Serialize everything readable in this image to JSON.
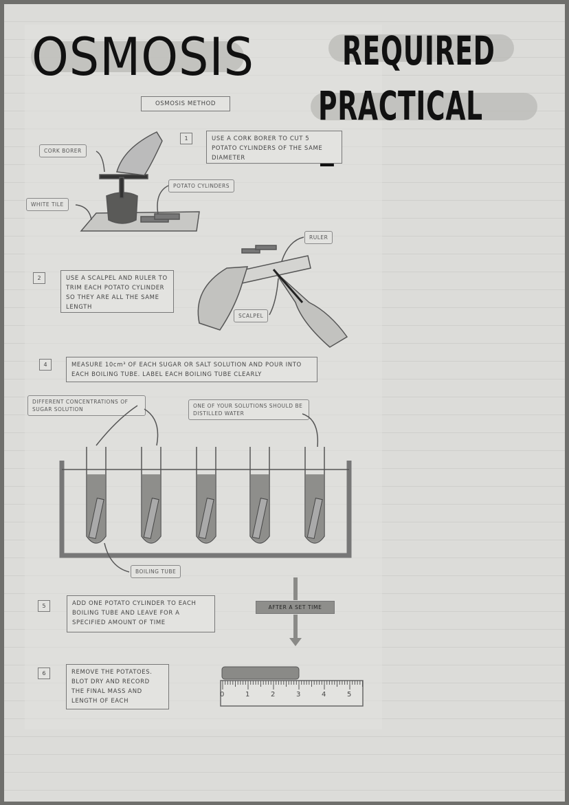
{
  "title": "OSMOSIS",
  "subtitle_line1": "REQUIRED",
  "subtitle_line2": "PRACTICAL 2",
  "method_heading": "OSMOSIS METHOD",
  "steps": [
    {
      "number": "1",
      "text": "USE A CORK BORER TO CUT 5 POTATO CYLINDERS OF THE SAME DIAMETER"
    },
    {
      "number": "2",
      "text": "USE A SCALPEL AND RULER TO TRIM EACH POTATO CYLINDER SO THEY ARE ALL THE SAME LENGTH"
    },
    {
      "number": "4",
      "text": "MEASURE 10cm³ OF EACH SUGAR OR SALT SOLUTION AND POUR INTO EACH BOILING TUBE. LABEL EACH BOILING TUBE CLEARLY"
    },
    {
      "number": "5",
      "text": "ADD ONE POTATO CYLINDER TO EACH BOILING TUBE AND LEAVE FOR A SPECIFIED AMOUNT OF TIME"
    },
    {
      "number": "6",
      "text": "REMOVE THE POTATOES. BLOT DRY AND RECORD THE FINAL MASS AND LENGTH OF EACH"
    }
  ],
  "labels": {
    "cork_borer": "CORK BORER",
    "white_tile": "WHITE TILE",
    "potato_cylinders": "POTATO CYLINDERS",
    "ruler": "RULER",
    "scalpel": "SCALPEL",
    "different_concentrations": "DIFFERENT CONCENTRATIONS OF SUGAR SOLUTION",
    "distilled_water": "ONE OF YOUR SOLUTIONS SHOULD BE DISTILLED WATER",
    "boiling_tube": "BOILING TUBE",
    "after_set_time": "AFTER A SET TIME"
  },
  "ruler_ticks": [
    "0",
    "1",
    "2",
    "3",
    "4",
    "5"
  ]
}
